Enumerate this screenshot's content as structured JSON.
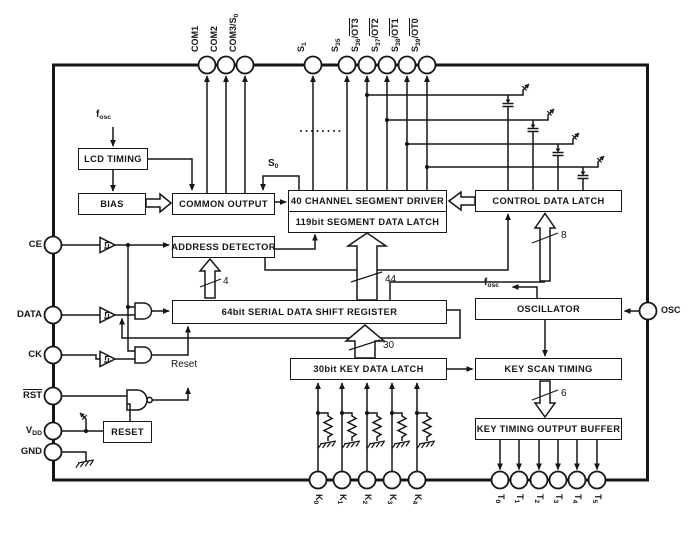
{
  "blocks": {
    "lcd_timing": "LCD TIMING",
    "bias": "BIAS",
    "common_output": "COMMON OUTPUT",
    "segment_driver": "40 CHANNEL SEGMENT DRIVER",
    "segment_latch": "119bit SEGMENT DATA LATCH",
    "control_latch": "CONTROL DATA LATCH",
    "address_detector": "ADDRESS DETECTOR",
    "shift_register": "64bit SERIAL DATA SHIFT REGISTER",
    "key_latch": "30bit KEY DATA LATCH",
    "oscillator": "OSCILLATOR",
    "key_scan": "KEY SCAN TIMING",
    "key_buffer": "KEY TIMING OUTPUT BUFFER",
    "reset_block": "RESET"
  },
  "pins": {
    "top": [
      "COM1",
      "COM2",
      "COM3/S_{0}",
      "S_{1}",
      "S_{35}",
      "S_{36}/~{OT3}",
      "S_{37}/~{OT2}",
      "S_{38}/~{OT1}",
      "S_{39}/~{OT0}"
    ],
    "left": [
      "CE",
      "DATA",
      "CK",
      "~{RST}",
      "V_{DD}",
      "GND"
    ],
    "bottom": [
      "K_{0}",
      "K_{1}",
      "K_{2}",
      "K_{3}",
      "K_{4}",
      "T_{0}",
      "T_{1}",
      "T_{2}",
      "T_{3}",
      "T_{4}",
      "T_{5}"
    ],
    "right": [
      "OSC"
    ]
  },
  "labels": {
    "fosc": "f_{osc}",
    "s0": "S_{0}",
    "reset_signal": "Reset"
  },
  "bus_widths": {
    "address": "4",
    "segment": "44",
    "control": "8",
    "key": "30",
    "timing": "6"
  },
  "colors": {
    "line": "#161616",
    "background": "#ffffff"
  }
}
